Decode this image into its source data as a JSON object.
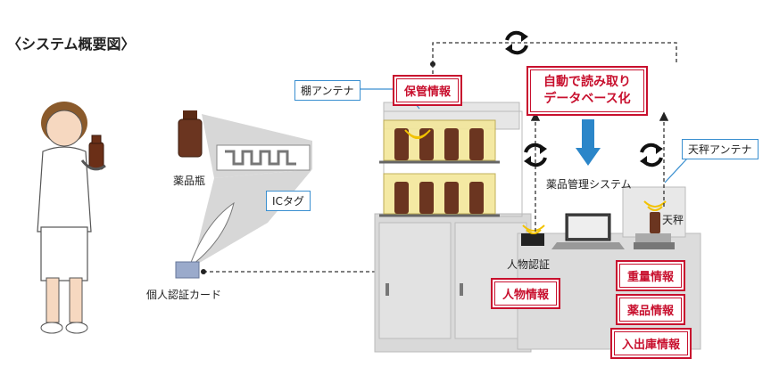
{
  "title": "〈システム概要図〉",
  "labels": {
    "bottle": "薬品瓶",
    "ic_tag": "ICタグ",
    "id_card": "個人認証カード",
    "shelf_antenna": "棚アンテナ",
    "scale_antenna": "天秤アンテナ",
    "scale": "天秤",
    "person_auth": "人物認証",
    "system": "薬品管理システム"
  },
  "info_boxes": {
    "storage": "保管情報",
    "auto_db_line1": "自動で読み取り",
    "auto_db_line2": "データベース化",
    "person_info": "人物情報",
    "weight_info": "重量情報",
    "drug_info": "薬品情報",
    "inout_info": "入出庫情報"
  },
  "colors": {
    "accent_red": "#c8102e",
    "accent_blue": "#3a8fd0",
    "arrow_blue": "#2b86c9"
  }
}
